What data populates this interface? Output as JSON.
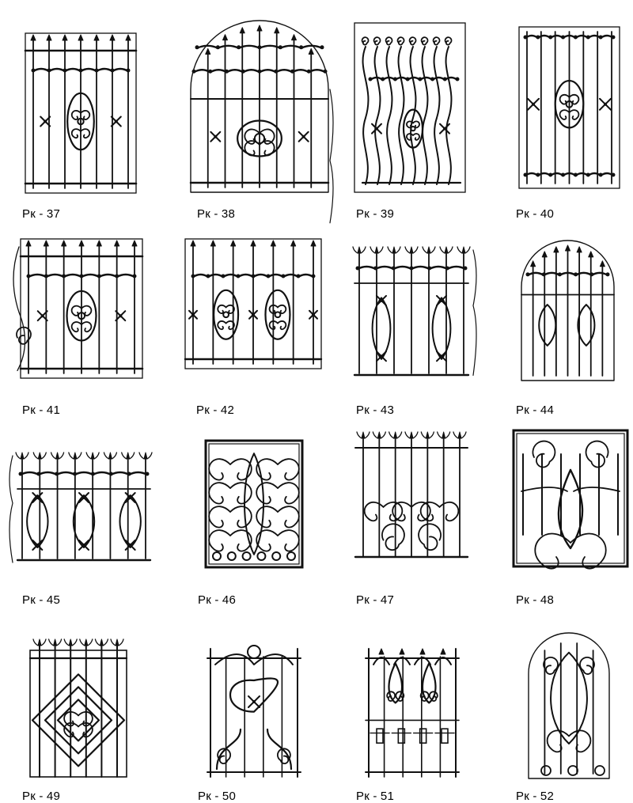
{
  "catalog": {
    "items": [
      {
        "code": "Рк - 37",
        "style": "rect-spear-scroll"
      },
      {
        "code": "Рк - 38",
        "style": "arch-spear-medallion"
      },
      {
        "code": "Рк - 39",
        "style": "wave-bars"
      },
      {
        "code": "Рк - 40",
        "style": "rect-scroll-band"
      },
      {
        "code": "Рк - 41",
        "style": "rect-spear-scroll"
      },
      {
        "code": "Рк - 42",
        "style": "rect-spear-double"
      },
      {
        "code": "Рк - 43",
        "style": "lily-diamond"
      },
      {
        "code": "Рк - 44",
        "style": "arch-lily-diamond"
      },
      {
        "code": "Рк - 45",
        "style": "lily-diamond-wide"
      },
      {
        "code": "Рк - 46",
        "style": "dense-scroll"
      },
      {
        "code": "Рк - 47",
        "style": "lily-scroll-bottom"
      },
      {
        "code": "Рк - 48",
        "style": "framed-scroll"
      },
      {
        "code": "Рк - 49",
        "style": "diamond-lattice"
      },
      {
        "code": "Рк - 50",
        "style": "tulip-panel"
      },
      {
        "code": "Рк - 51",
        "style": "tulip-twin"
      },
      {
        "code": "Рк - 52",
        "style": "arch-tulip"
      }
    ]
  },
  "colors": {
    "ink": "#111111",
    "paper": "#ffffff"
  }
}
